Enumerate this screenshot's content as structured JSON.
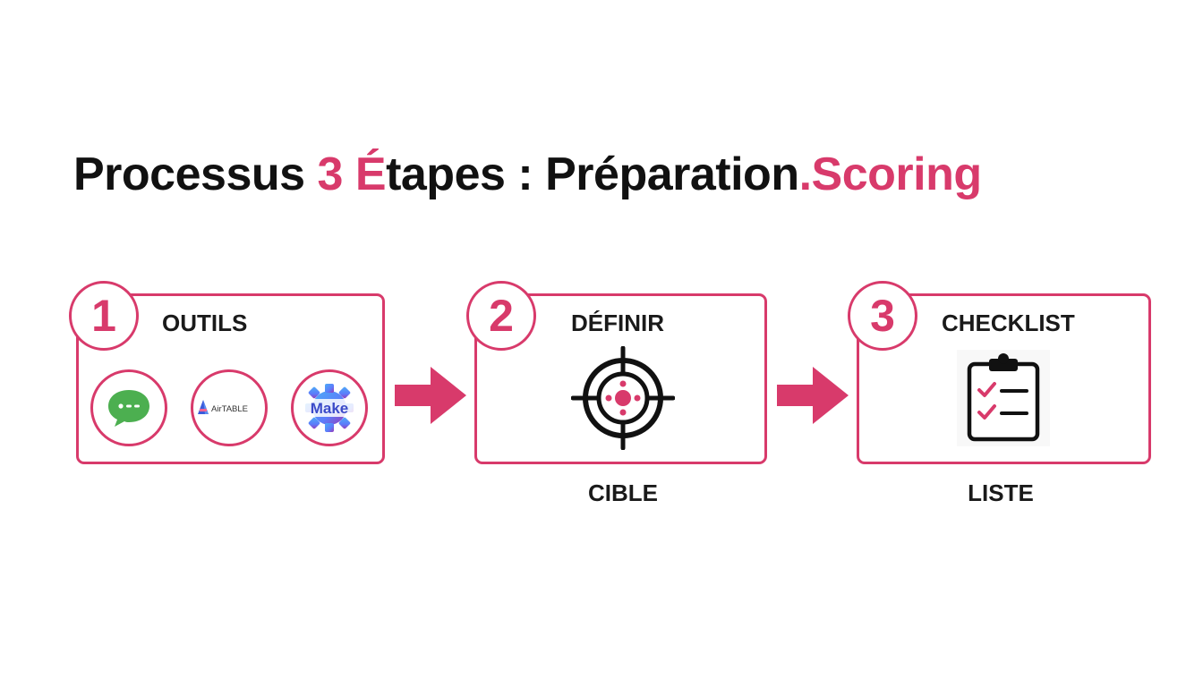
{
  "title": {
    "part1": "Processus ",
    "part2": "3 É",
    "part3": "tapes : Préparation",
    "part4": ".Scoring"
  },
  "colors": {
    "accent": "#d83a6b",
    "text": "#111111",
    "chat_green": "#4caf50"
  },
  "steps": [
    {
      "number": "1",
      "label": "OUTILS",
      "tools": [
        {
          "icon": "chat-bubble-icon"
        },
        {
          "icon": "airtable-logo-icon",
          "text": "AirTABLE"
        },
        {
          "icon": "make-logo-icon",
          "text": "Make"
        }
      ]
    },
    {
      "number": "2",
      "label": "DÉFINIR",
      "icon": "target-icon",
      "caption": "CIBLE"
    },
    {
      "number": "3",
      "label": "CHECKLIST",
      "icon": "clipboard-checklist-icon",
      "caption": "LISTE"
    }
  ]
}
